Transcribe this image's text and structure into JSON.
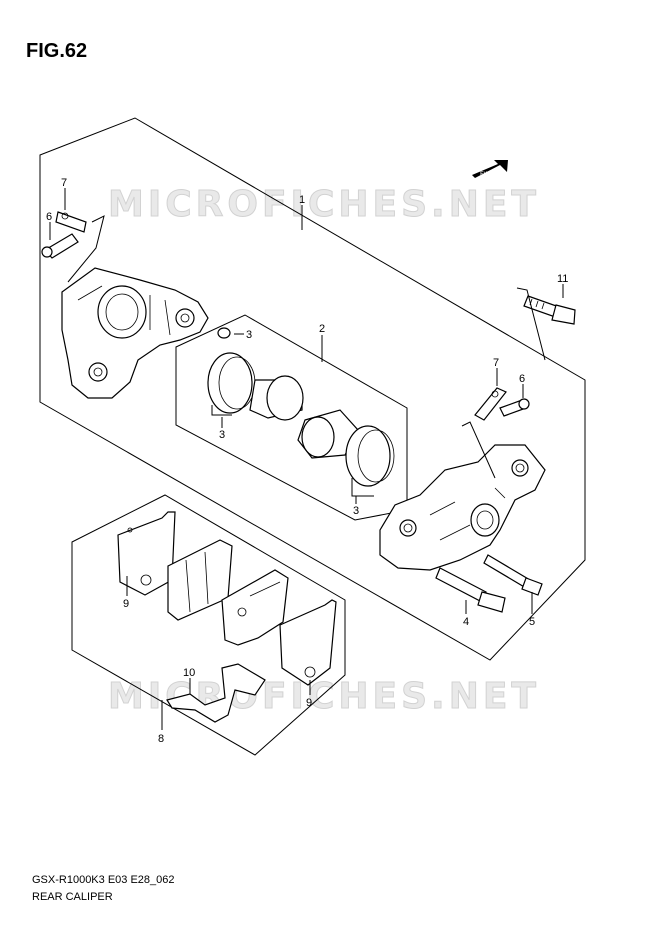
{
  "figure": {
    "title": "FIG.62",
    "code": "GSX-R1000K3 E03 E28_062",
    "name": "REAR CALIPER"
  },
  "watermark": "MICROFICHES.NET",
  "fwd_label": "FWD",
  "callouts": {
    "c1": "1",
    "c2": "2",
    "c3a": "3",
    "c3b": "3",
    "c3c": "3",
    "c4": "4",
    "c5": "5",
    "c6a": "6",
    "c6b": "6",
    "c7a": "7",
    "c7b": "7",
    "c8": "8",
    "c9a": "9",
    "c9b": "9",
    "c10": "10",
    "c11": "11"
  }
}
